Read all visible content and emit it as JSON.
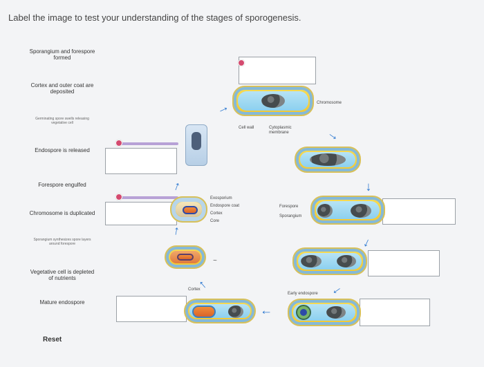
{
  "question": "Label the image to test your understanding of the stages of sporogenesis.",
  "labels": [
    "Sporangium and forespore formed",
    "Cortex and outer coat are deposited",
    "Germinating spore swells releasing vegetative cell",
    "Endospore is released",
    "Forespore engulfed",
    "Chromosome is duplicated",
    "Sporangium synthesizes spore layers around forespore",
    "Vegetative cell is depleted of nutrients",
    "Mature endospore"
  ],
  "reset_label": "Reset",
  "diagram_text": {
    "chromosome": "Chromosome",
    "cell_wall": "Cell wall",
    "cytoplasmic_membrane": "Cytoplasmic membrane",
    "exosporium": "Exosporium",
    "endospore_coat": "Endospore coat",
    "cortex": "Cortex",
    "core": "Core",
    "forespore": "Forespore",
    "sporangium": "Sporangium",
    "cortex_bottom": "Cortex",
    "early_endospore": "Early endospore"
  },
  "icons": {
    "arrow": "arrow-icon",
    "pin": "pin-icon"
  },
  "colors": {
    "pin": "#d44a6f",
    "arrow": "#2d78d0",
    "cell_yellow": "#f1c733",
    "cell_blue": "#8cd0ef"
  }
}
